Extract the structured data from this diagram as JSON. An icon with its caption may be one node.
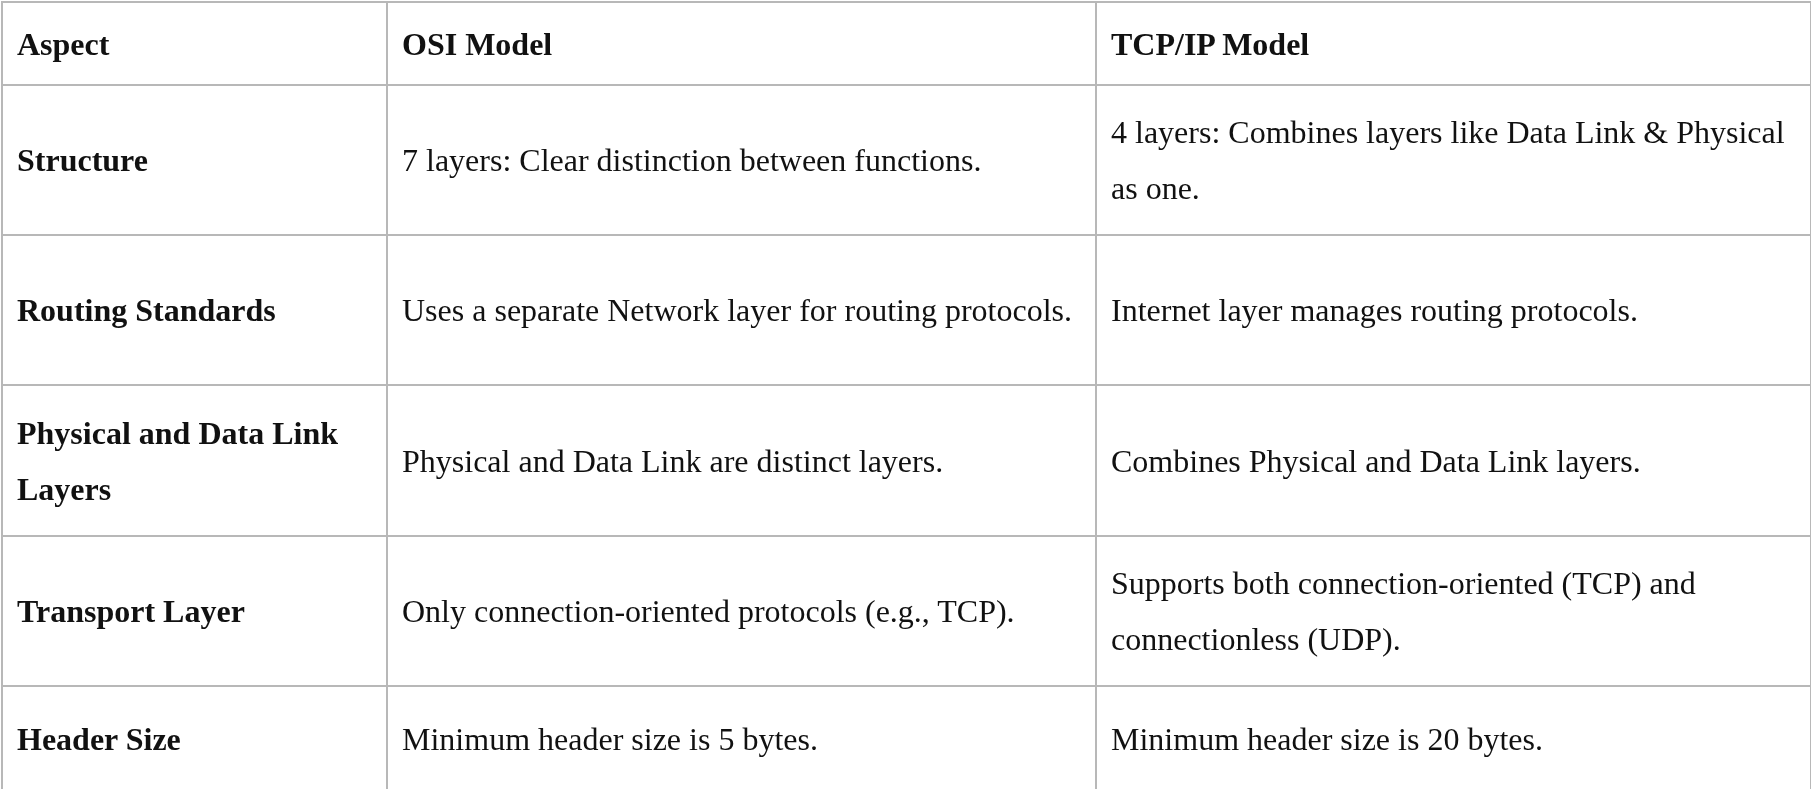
{
  "diagram": {
    "labels": [
      "Aspect",
      "OSI Model",
      "TCP/IP Model",
      "Structure",
      "7 layers: Clear distinction between functions.",
      "4 layers: Combines layers like Data Link & Physical as one.",
      "Routing Standards",
      "Uses a separate Network layer for routing protocols.",
      "Internet layer manages routing protocols.",
      "Physical and Data Link Layers",
      "Physical and Data Link are distinct layers.",
      "Combines Physical and Data Link layers.",
      "Transport Layer",
      "Only connection-oriented protocols (e.g., TCP).",
      "Supports both connection-oriented (TCP) and connectionless (UDP).",
      "Header Size",
      "Minimum header size is 5 bytes.",
      "Minimum header size is 20 bytes."
    ]
  }
}
